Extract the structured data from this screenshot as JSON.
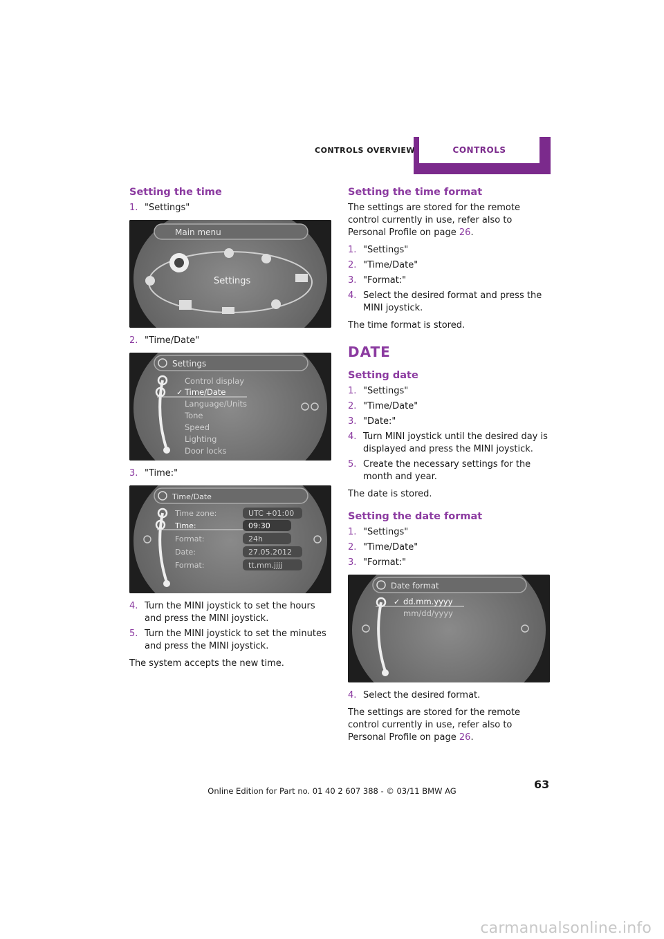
{
  "header": {
    "section": "CONTROLS OVERVIEW",
    "tab": "CONTROLS"
  },
  "left": {
    "title": "Setting the time",
    "step1": "\"Settings\"",
    "screen1": {
      "header": "Main menu",
      "label": "Settings"
    },
    "step2": "\"Time/Date\"",
    "screen2": {
      "header": "Settings",
      "items": [
        "Control display",
        "Time/Date",
        "Language/Units",
        "Tone",
        "Speed",
        "Lighting",
        "Door locks"
      ]
    },
    "step3": "\"Time:\"",
    "screen3": {
      "header": "Time/Date",
      "rows": [
        {
          "label": "Time zone:",
          "value": "UTC +01:00"
        },
        {
          "label": "Time:",
          "value": "09:30"
        },
        {
          "label": "Format:",
          "value": "24h"
        },
        {
          "label": "Date:",
          "value": "27.05.2012"
        },
        {
          "label": "Format:",
          "value": "tt.mm.jjjj"
        }
      ]
    },
    "step4": "Turn the MINI joystick to set the hours and press the MINI joystick.",
    "step5": "Turn the MINI joystick to set the minutes and press the MINI joystick.",
    "closing": "The system accepts the new time."
  },
  "right": {
    "format_title": "Setting the time format",
    "format_intro": "The settings are stored for the remote control currently in use, refer also to Personal Profile on page",
    "format_page": "26",
    "format_steps": [
      "\"Settings\"",
      "\"Time/Date\"",
      "\"Format:\"",
      "Select the desired format and press the MINI joystick."
    ],
    "format_closing": "The time format is stored.",
    "date_heading": "DATE",
    "date_title": "Setting date",
    "date_steps": [
      "\"Settings\"",
      "\"Time/Date\"",
      "\"Date:\"",
      "Turn MINI joystick until the desired day is displayed and press the MINI joystick.",
      "Create the necessary settings for the month and year."
    ],
    "date_closing": "The date is stored.",
    "dformat_title": "Setting the date format",
    "dformat_steps": [
      "\"Settings\"",
      "\"Time/Date\"",
      "\"Format:\""
    ],
    "screen4": {
      "header": "Date format",
      "items": [
        "dd.mm.yyyy",
        "mm/dd/yyyy"
      ]
    },
    "dformat_step4": "Select the desired format.",
    "dformat_closing": "The settings are stored for the remote control currently in use, refer also to Personal Profile on page",
    "dformat_page": "26"
  },
  "page_number": "63",
  "footer": "Online Edition for Part no. 01 40 2 607 388 - © 03/11 BMW AG",
  "watermark": "carmanualsonline.info"
}
